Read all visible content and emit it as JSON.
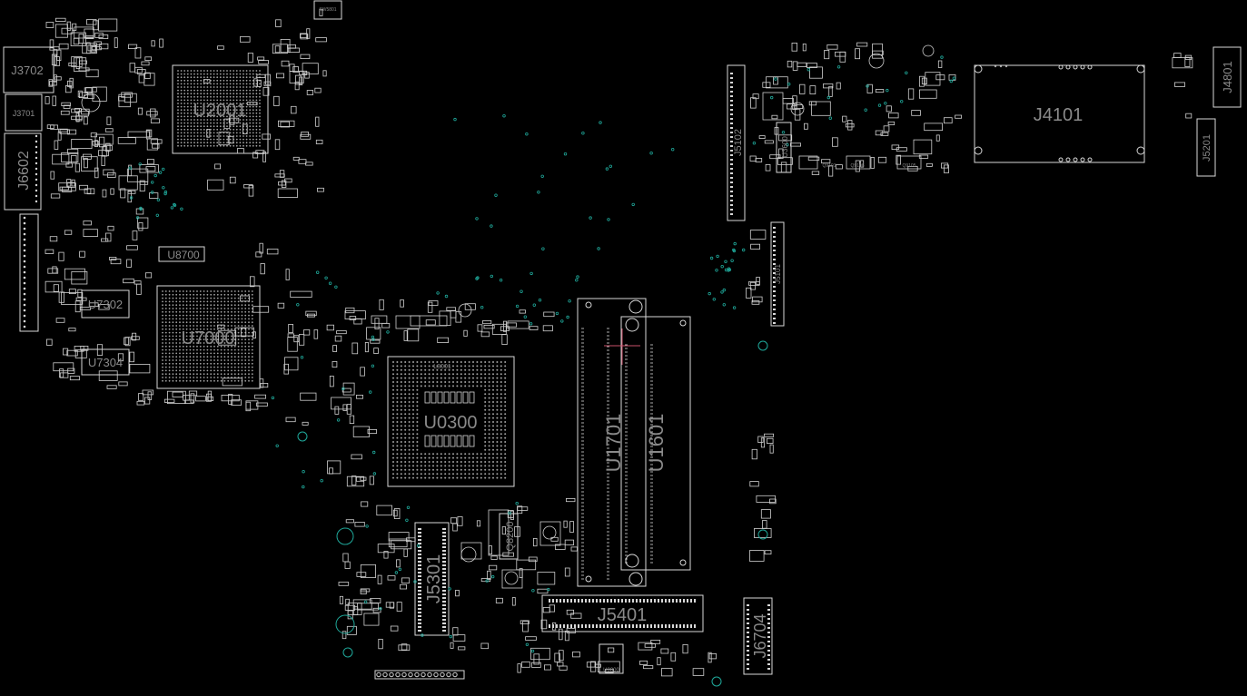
{
  "board": {
    "background": "#000000",
    "outline_color": "#d8d8d8",
    "ref_color": "#8a8a8a",
    "via_color": "#1fa89a",
    "cursor_color": "#c8506a"
  },
  "refs": {
    "u2001": "U2001",
    "u7000": "U7000",
    "u7302": "U7302",
    "u7304": "U7304",
    "u8700": "U8700",
    "u0300": "U0300",
    "u1701": "U1701",
    "u1601": "U1601",
    "u3600": "U3600",
    "u8800": "U8800",
    "j3702": "J3702",
    "j3701": "J3701",
    "j6602": "J6602",
    "j5102": "J5102",
    "j5101": "J5101",
    "j4101": "J4101",
    "j4801": "J4801",
    "j5201": "J5201",
    "j5301": "J5301",
    "j5401": "J5401",
    "j6704": "J6704",
    "q8200": "Q8200",
    "q9101": "Q9101",
    "q9106": "Q9106",
    "q9105": "Q9105",
    "l8001": "L8001",
    "sw5801": "SW5801"
  }
}
